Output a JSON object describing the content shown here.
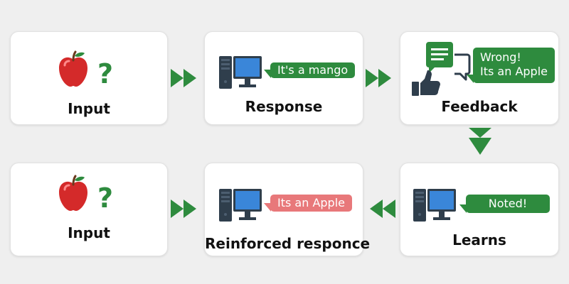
{
  "colors": {
    "green": "#2e8b3e",
    "red_bubble": "#e8787a",
    "monitor": "#3a86d9",
    "tower": "#2f3e4c",
    "apple": "#d42a2a",
    "background": "#efefef"
  },
  "steps": {
    "input_top": {
      "label": "Input"
    },
    "response": {
      "label": "Response",
      "bubble": "It's a mango"
    },
    "feedback": {
      "label": "Feedback",
      "bubble_line1": "Wrong!",
      "bubble_line2": "Its an Apple"
    },
    "input_bottom": {
      "label": "Input"
    },
    "reinforced": {
      "label": "Reinforced responce",
      "bubble": "Its an Apple"
    },
    "learns": {
      "label": "Learns",
      "bubble": "Noted!"
    }
  },
  "icons": {
    "apple": "apple-icon",
    "question": "question-mark-icon",
    "computer": "computer-icon",
    "chat": "chat-bubble-icon",
    "thumbs_down": "thumbs-down-icon",
    "double_arrow": "double-chevron-arrow-icon"
  }
}
